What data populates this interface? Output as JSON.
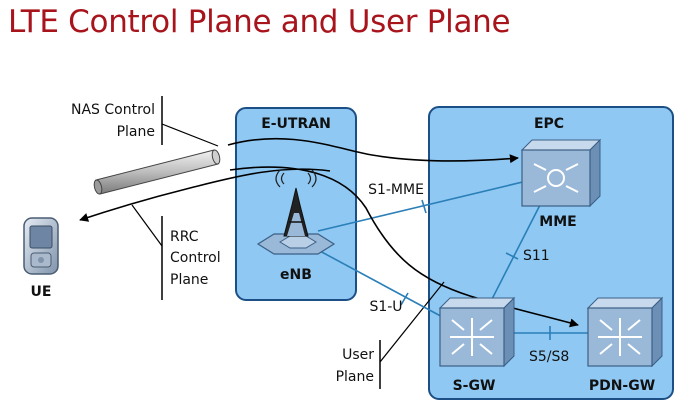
{
  "title": "LTE Control Plane and User Plane",
  "regions": {
    "eutran": "E-UTRAN",
    "epc": "EPC"
  },
  "nodes": {
    "ue": "UE",
    "enb": "eNB",
    "mme": "MME",
    "sgw": "S-GW",
    "pdngw": "PDN-GW"
  },
  "interfaces": {
    "s1_mme": "S1-MME",
    "s1_u": "S1-U",
    "s11": "S11",
    "s5_s8": "S5/S8"
  },
  "annotations": {
    "nas_line1": "NAS Control",
    "nas_line2": "Plane",
    "rrc_line1": "RRC",
    "rrc_line2": "Control",
    "rrc_line3": "Plane",
    "user_line1": "User",
    "user_line2": "Plane"
  },
  "colors": {
    "title": "#a8141c",
    "region_fill": "#8fc8f2",
    "region_border": "#1b4f85",
    "link": "#2a7fb8",
    "node_face": "#9ab9d8"
  }
}
